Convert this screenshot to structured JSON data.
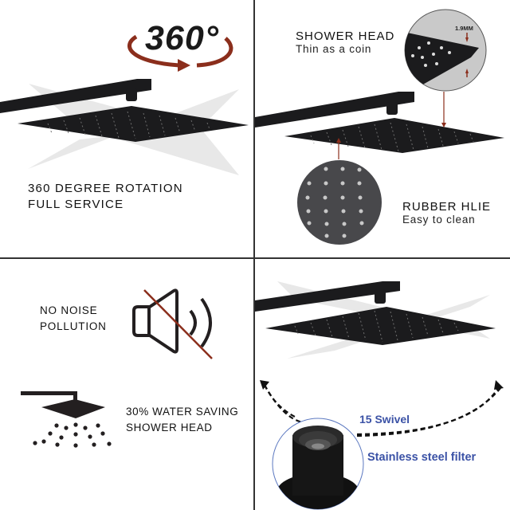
{
  "panels": {
    "rotation": {
      "badge": "360°",
      "caption_line1": "360 DEGREE ROTATION",
      "caption_line2": "FULL SERVICE"
    },
    "thin_head": {
      "title": "SHOWER HEAD",
      "subtitle": "Thin as a coin",
      "thickness_label": "1.9MM",
      "nozzle_title": "RUBBER HLIE",
      "nozzle_subtitle": "Easy to clean"
    },
    "features": {
      "noise_line1": "NO NOISE",
      "noise_line2": "POLLUTION",
      "water_line1": "30% WATER SAVING",
      "water_line2": "SHOWER HEAD"
    },
    "swivel": {
      "swivel_label": "15 Swivel",
      "filter_label": "Stainless steel filter"
    }
  },
  "icons": {
    "rotation_arrow": "circular-arrow-icon",
    "mute": "speaker-muted-icon",
    "shower": "shower-head-icon"
  },
  "colors": {
    "accent_red": "#8b2e1c",
    "text_blue": "#3b52a6",
    "divider": "#333333",
    "product_black": "#1b1b1d",
    "ghost_gray": "#e6e6e6"
  }
}
